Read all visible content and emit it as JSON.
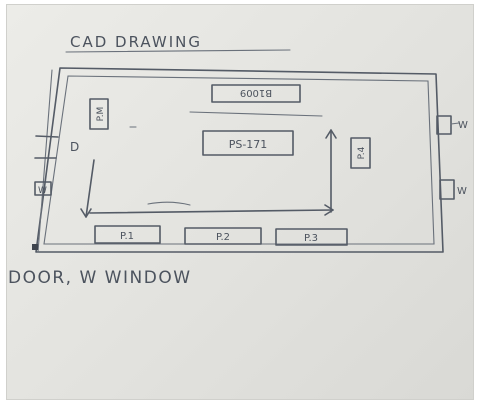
{
  "title": "CAD DRAWING",
  "labels": {
    "top_box": "B1009",
    "left_box": "P.M",
    "center_box": "PS-171",
    "right_box": "P.4",
    "bottom_boxes": [
      "P.1",
      "P.2",
      "P.3"
    ],
    "door_marker": "D",
    "left_window_marker": "W",
    "right_window_marker_upper": "W",
    "right_window_marker_lower": "W"
  },
  "legend": "DOOR, W WINDOW"
}
